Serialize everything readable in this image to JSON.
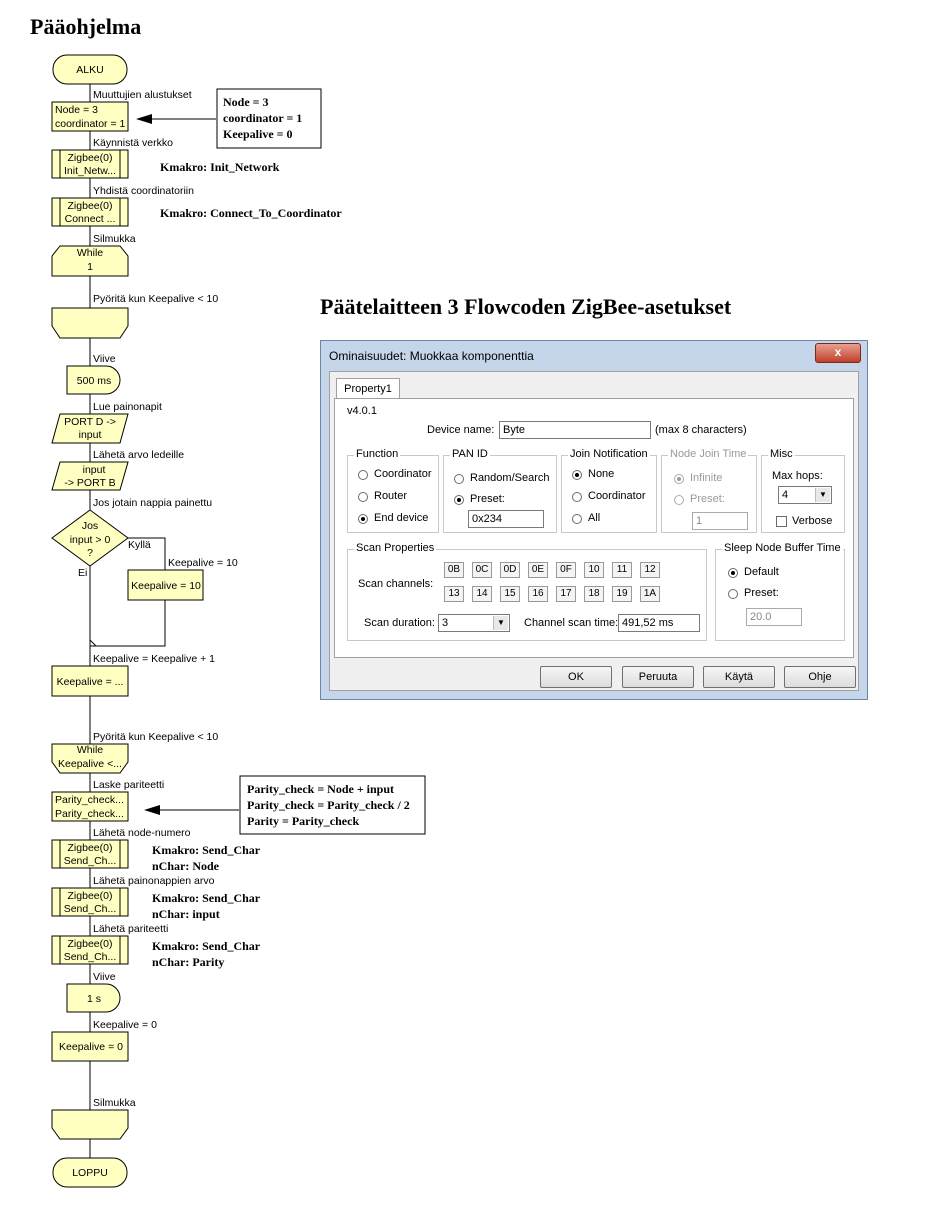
{
  "titles": {
    "main": "Pääohjelma",
    "dialog_section": "Päätelaitteen 3 Flowcoden ZigBee-asetukset"
  },
  "flowchart": {
    "labels": {
      "init": "Muuttujien alustukset",
      "start_net": "Käynnistä verkko",
      "connect": "Yhdistä coordinatoriin",
      "loop1": "Silmukka",
      "loop_while": "Pyöritä kun Keepalive < 10",
      "delay1": "Viive",
      "read_btn": "Lue painonapit",
      "send_led": "Lähetä arvo ledeille",
      "if_any": "Jos jotain nappia painettu",
      "yes": "Kyllä",
      "no": "Ei",
      "set_keep10": "Keepalive = 10",
      "inc_keep": "Keepalive = Keepalive + 1",
      "loop_while2": "Pyöritä kun Keepalive < 10",
      "parity_calc": "Laske pariteetti",
      "send_node": "Lähetä node-numero",
      "send_btns": "Lähetä painonappien arvo",
      "send_parity": "Lähetä pariteetti",
      "delay2": "Viive",
      "reset_keep": "Keepalive = 0",
      "loop_end": "Silmukka"
    },
    "shapes": {
      "start": "ALKU",
      "init_1": "Node = 3",
      "init_2": "coordinator = 1",
      "zig1_1": "Zigbee(0)",
      "zig1_2": "Init_Netw...",
      "zig2_1": "Zigbee(0)",
      "zig2_2": "Connect ...",
      "while1_1": "While",
      "while1_2": "1",
      "delay1": "500 ms",
      "in_1": "PORT D ->",
      "in_2": "input",
      "out_1": "input",
      "out_2": "-> PORT B",
      "dec_1": "Jos",
      "dec_2": "input > 0",
      "dec_3": "?",
      "keep10": "Keepalive = 10",
      "keepinc": "Keepalive = ...",
      "while2_1": "While",
      "while2_2": "Keepalive <...",
      "par_1": "Parity_check...",
      "par_2": "Parity_check...",
      "send1_1": "Zigbee(0)",
      "send1_2": "Send_Ch...",
      "send2_1": "Zigbee(0)",
      "send2_2": "Send_Ch...",
      "send3_1": "Zigbee(0)",
      "send3_2": "Send_Ch...",
      "delay2": "1 s",
      "keep0": "Keepalive = 0",
      "end": "LOPPU"
    },
    "notes": {
      "init_box": [
        "Node = 3",
        "coordinator = 1",
        "Keepalive = 0"
      ],
      "parity_box": [
        "Parity_check = Node + input",
        "Parity_check = Parity_check / 2",
        "Parity = Parity_check"
      ],
      "kmakro1": "Kmakro: Init_Network",
      "kmakro2": "Kmakro: Connect_To_Coordinator",
      "kmakro3": "Kmakro: Send_Char",
      "nchar3": "nChar: Node",
      "kmakro4": "Kmakro: Send_Char",
      "nchar4": "nChar: input",
      "kmakro5": "Kmakro: Send_Char",
      "nchar5": "nChar: Parity"
    }
  },
  "dialog": {
    "title": "Ominaisuudet: Muokkaa komponenttia",
    "close": "x",
    "tab": "Property1",
    "version": "v4.0.1",
    "device_name_label": "Device name:",
    "device_name_value": "Byte",
    "device_name_hint": "(max 8 characters)",
    "function": {
      "title": "Function",
      "options": [
        "Coordinator",
        "Router",
        "End device"
      ],
      "selected": 2
    },
    "pan_id": {
      "title": "PAN ID",
      "options": [
        "Random/Search",
        "Preset:"
      ],
      "selected": 1,
      "value": "0x234"
    },
    "join_notification": {
      "title": "Join Notification",
      "options": [
        "None",
        "Coordinator",
        "All"
      ],
      "selected": 0
    },
    "node_join_time": {
      "title": "Node Join Time",
      "options": [
        "Infinite",
        "Preset:"
      ],
      "selected": 0,
      "value": "1"
    },
    "misc": {
      "title": "Misc",
      "max_hops_label": "Max hops:",
      "max_hops_value": "4",
      "verbose_label": "Verbose"
    },
    "scan": {
      "title": "Scan Properties",
      "channels_label": "Scan channels:",
      "channels_row1": [
        "0B",
        "0C",
        "0D",
        "0E",
        "0F",
        "10",
        "11",
        "12"
      ],
      "channels_row2": [
        "13",
        "14",
        "15",
        "16",
        "17",
        "18",
        "19",
        "1A"
      ],
      "duration_label": "Scan duration:",
      "duration_value": "3",
      "channel_time_label": "Channel scan time:",
      "channel_time_value": "491,52 ms"
    },
    "sleep": {
      "title": "Sleep Node Buffer Time",
      "options": [
        "Default",
        "Preset:"
      ],
      "selected": 0,
      "value": "20.0"
    },
    "buttons": {
      "ok": "OK",
      "cancel": "Peruuta",
      "apply": "Käytä",
      "help": "Ohje"
    }
  },
  "colors": {
    "shape_fill": "#ffffc2",
    "dialog_frame": "#c5d6ea",
    "close_button": "#c0402a"
  }
}
